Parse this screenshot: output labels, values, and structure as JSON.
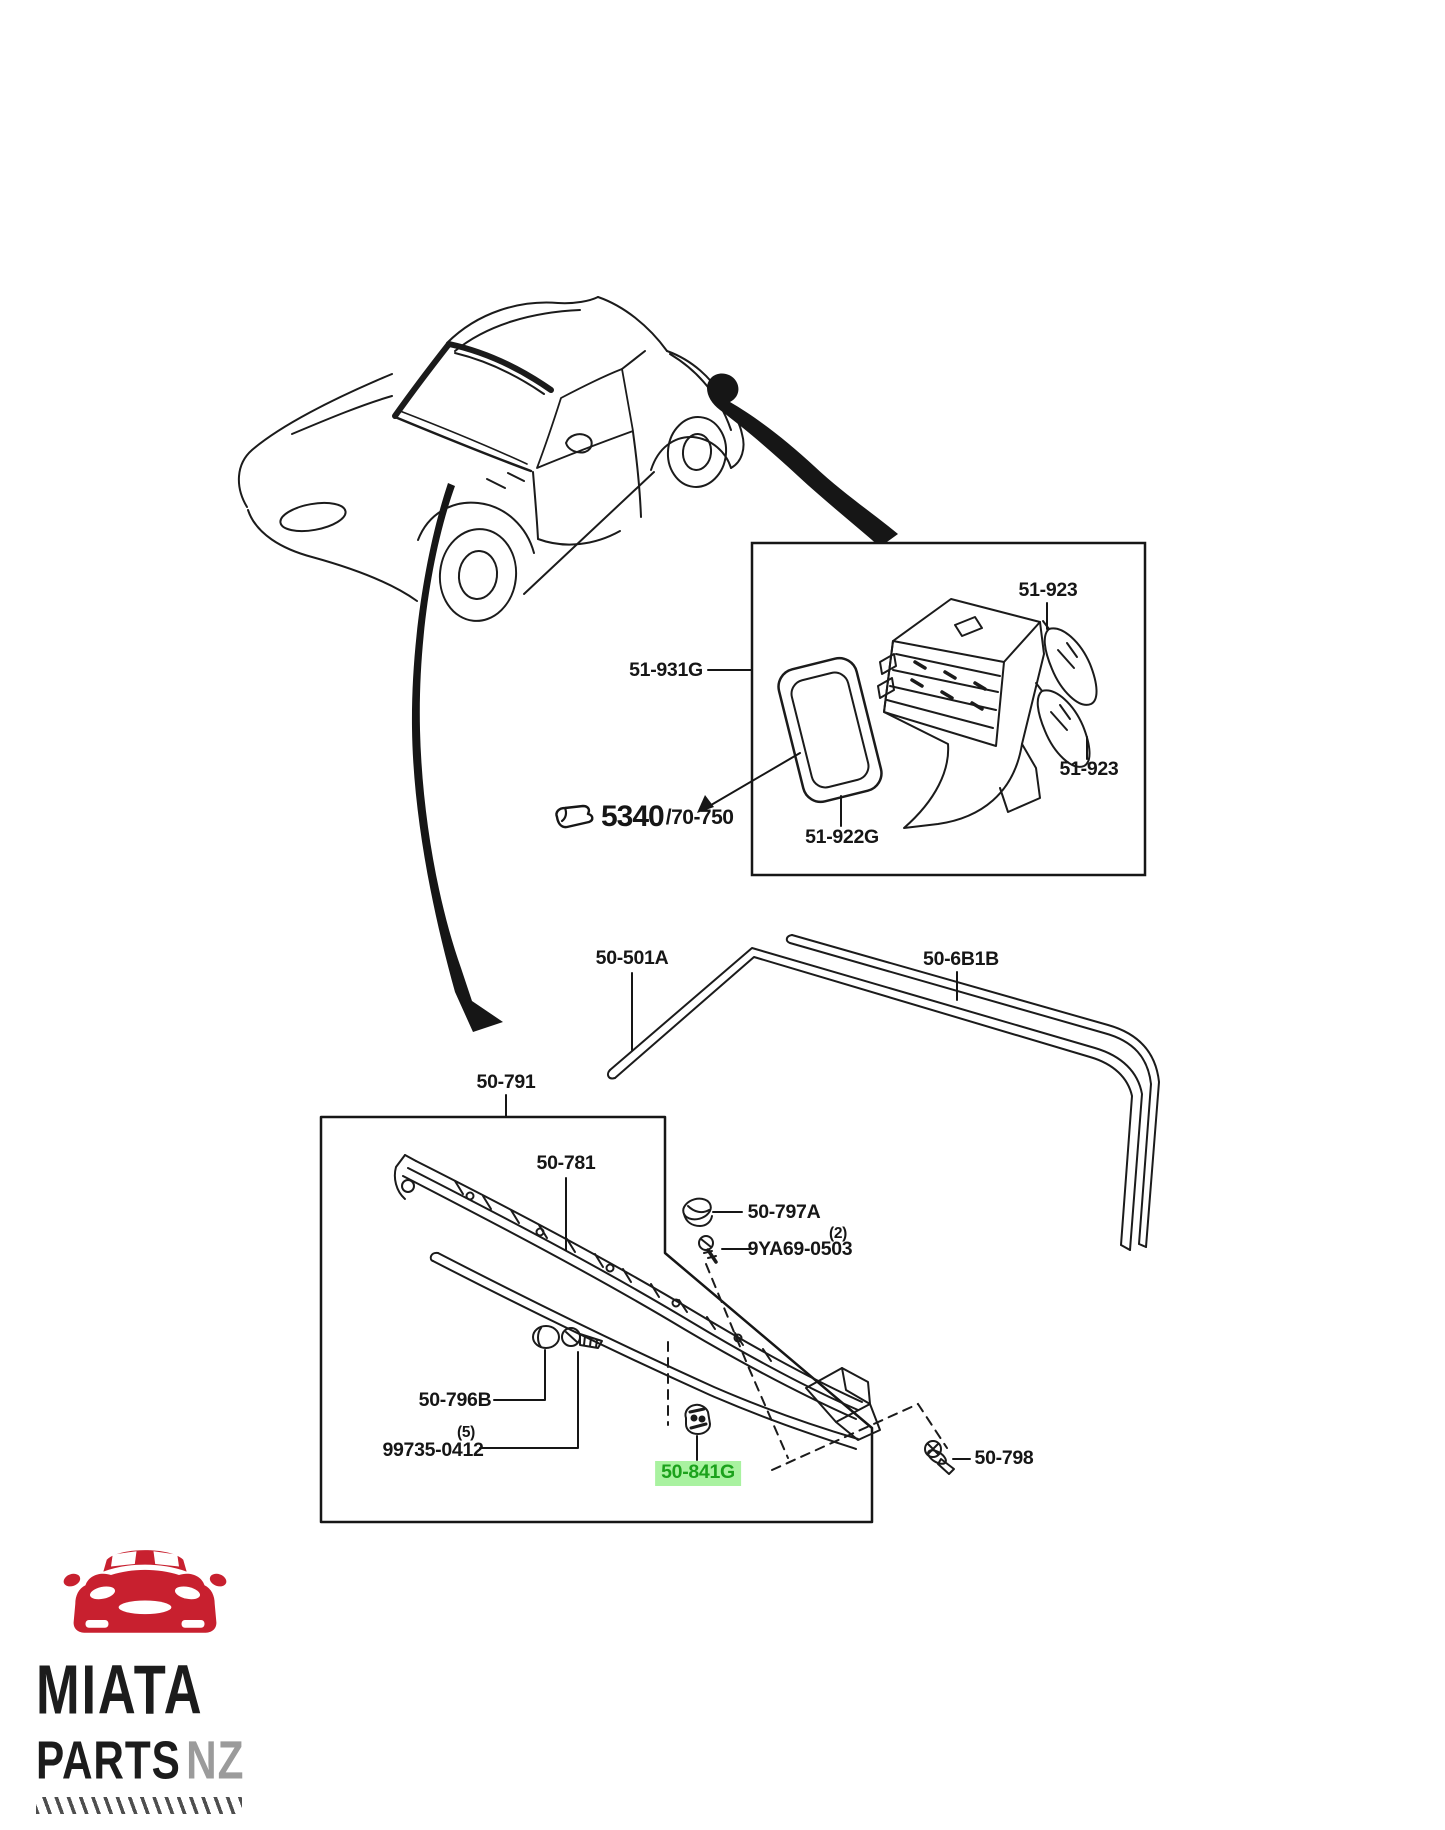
{
  "part_labels": {
    "p51_931G": "51-931G",
    "p51_923_a": "51-923",
    "p51_923_b": "51-923",
    "p51_922G": "51-922G",
    "sec_5340": "5340",
    "sec_5340_range": "/70-750",
    "p50_501A": "50-501A",
    "p50_6B1B": "50-6B1B",
    "p50_791": "50-791",
    "p50_781": "50-781",
    "p50_797A": "50-797A",
    "qty_797": "(2)",
    "p9YA69_0503": "9YA69-0503",
    "p50_796B": "50-796B",
    "qty_99735": "(5)",
    "p99735_0412": "99735-0412",
    "p50_841G": "50-841G",
    "p50_798": "50-798"
  },
  "highlight": {
    "text_color": "#1ca21c",
    "background_color": "#a9f2a0"
  },
  "logo": {
    "title_line1": "MIATA",
    "title_line2": "PARTS",
    "title_line2_suffix": "NZ",
    "accent_red": "#c8202f",
    "suffix_gray": "#9b9b9b"
  }
}
